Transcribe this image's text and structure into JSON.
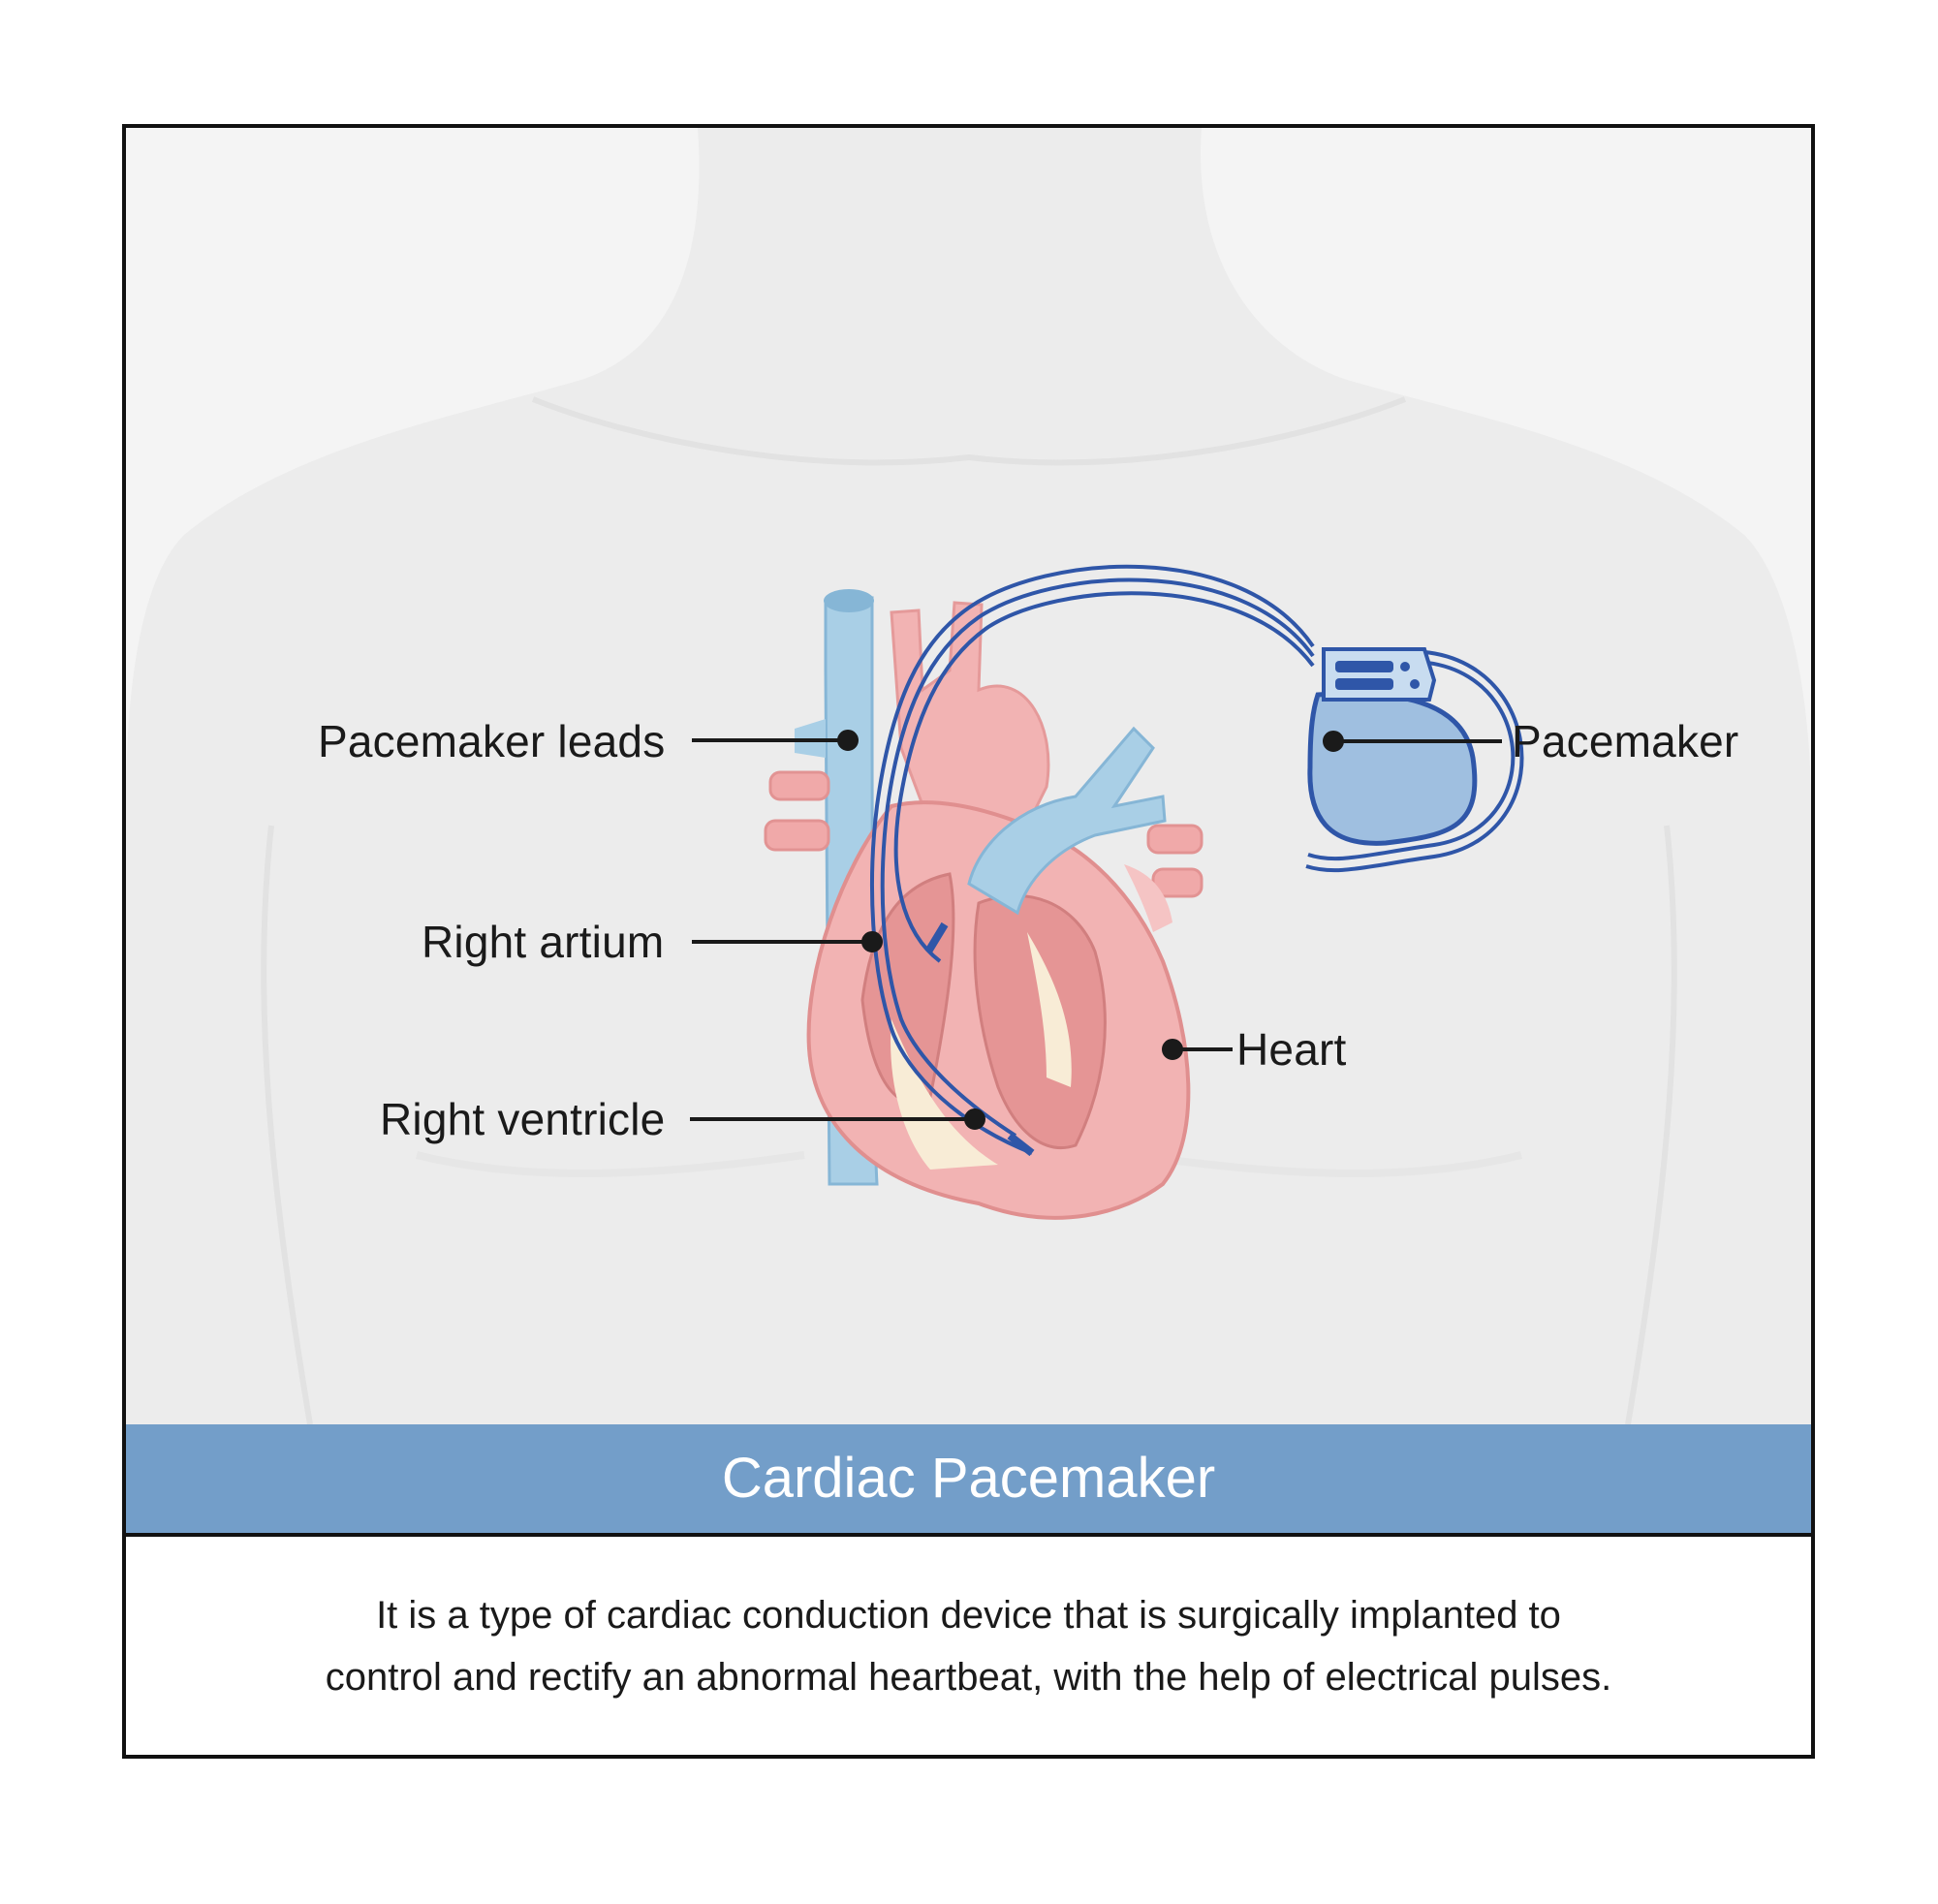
{
  "labels": {
    "pacemaker_leads": "Pacemaker leads",
    "pacemaker": "Pacemaker",
    "right_atrium": "Right artium",
    "right_ventricle": "Right ventricle",
    "heart": "Heart"
  },
  "title": "Cardiac Pacemaker",
  "description": {
    "line1": "It is a type of cardiac conduction device that is surgically implanted to",
    "line2": "control and rectify an abnormal heartbeat, with the help of electrical pulses."
  },
  "colors": {
    "title_bar": "#739ec9",
    "body_silhouette": "#ececec",
    "heart_pink": "#f2b3b3",
    "vessel_blue": "#a9cfe6",
    "lead_blue": "#2f56a8",
    "device_blue": "#9fbfe0"
  }
}
